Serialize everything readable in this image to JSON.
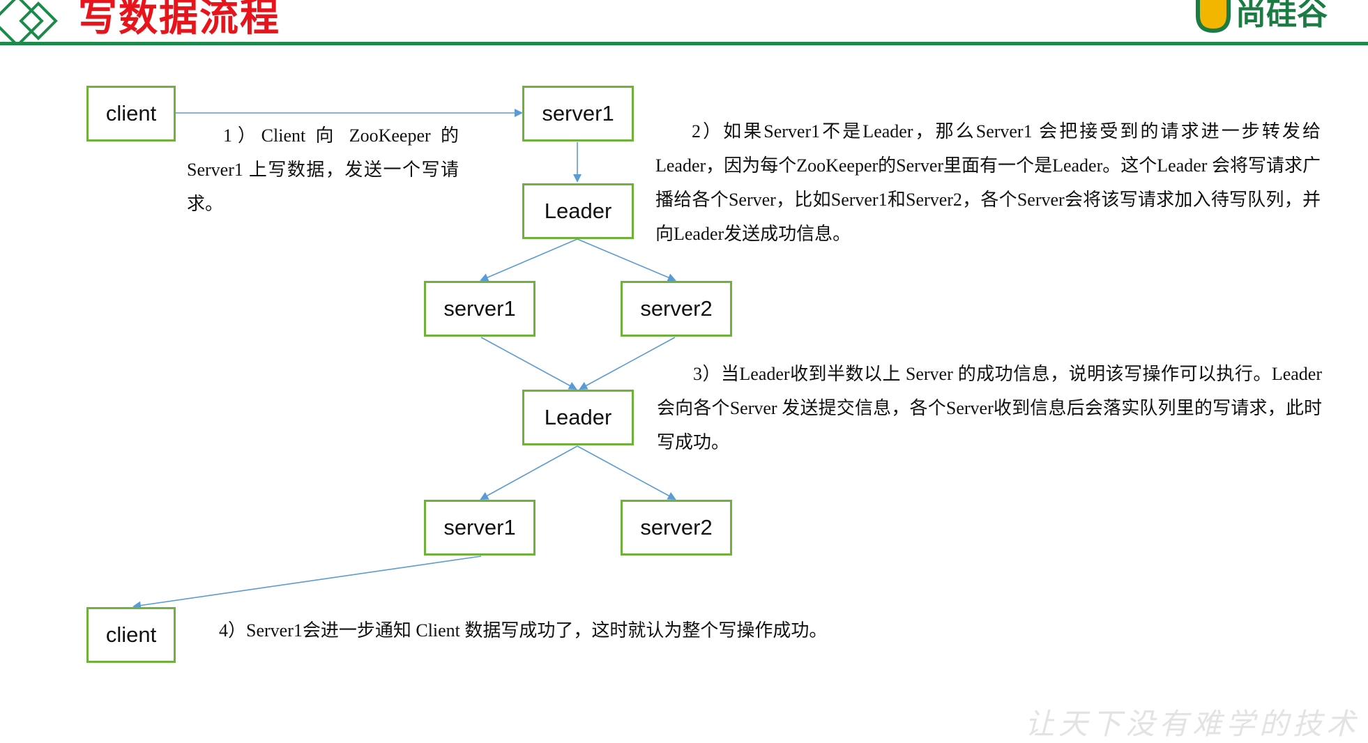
{
  "header": {
    "title": "写数据流程",
    "logo_text": "尚硅谷",
    "accent_color": "#1b8a4a",
    "title_color": "#e8141b"
  },
  "nodes": {
    "client_top": "client",
    "server1_top": "server1",
    "leader_1": "Leader",
    "server1_mid": "server1",
    "server2_mid": "server2",
    "leader_2": "Leader",
    "server1_bottom": "server1",
    "server2_bottom": "server2",
    "client_bottom": "client"
  },
  "steps": {
    "step1": "1）Client 向 ZooKeeper 的 Server1 上写数据，发送一个写请求。",
    "step2": "2）如果Server1不是Leader，那么Server1 会把接受到的请求进一步转发给Leader，因为每个ZooKeeper的Server里面有一个是Leader。这个Leader 会将写请求广播给各个Server，比如Server1和Server2，各个Server会将该写请求加入待写队列，并向Leader发送成功信息。",
    "step3": "3）当Leader收到半数以上 Server 的成功信息，说明该写操作可以执行。Leader会向各个Server 发送提交信息，各个Server收到信息后会落实队列里的写请求，此时写成功。",
    "step4": "4）Server1会进一步通知 Client 数据写成功了，这时就认为整个写操作成功。"
  },
  "watermark": "让天下没有难学的技术",
  "colors": {
    "node_border": "#6fb23b",
    "arrow": "#5b9bd5"
  }
}
